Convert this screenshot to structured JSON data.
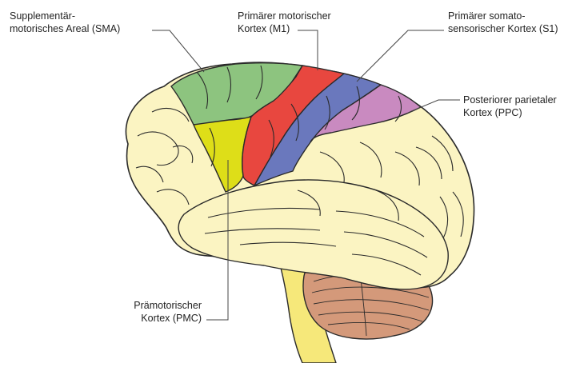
{
  "labels": {
    "sma": {
      "line1": "Supplementär-",
      "line2": "motorisches Areal (SMA)"
    },
    "m1": {
      "line1": "Primärer motorischer",
      "line2": "Kortex (M1)"
    },
    "s1": {
      "line1": "Primärer somato-",
      "line2": "sensorischer Kortex (S1)"
    },
    "ppc": {
      "line1": "Posteriorer parietaler",
      "line2": "Kortex (PPC)"
    },
    "pmc": {
      "line1": "Prämotorischer",
      "line2": "Kortex (PMC)"
    }
  },
  "colors": {
    "cortex": "#fbf4c2",
    "sma": "#8dc47f",
    "m1": "#e8473f",
    "s1": "#6a78bd",
    "ppc": "#c98ac0",
    "pmc": "#dede18",
    "cerebellum": "#d4997a",
    "brainstem": "#f6e87a",
    "outline": "#2a2a2a",
    "leader": "#444444"
  }
}
